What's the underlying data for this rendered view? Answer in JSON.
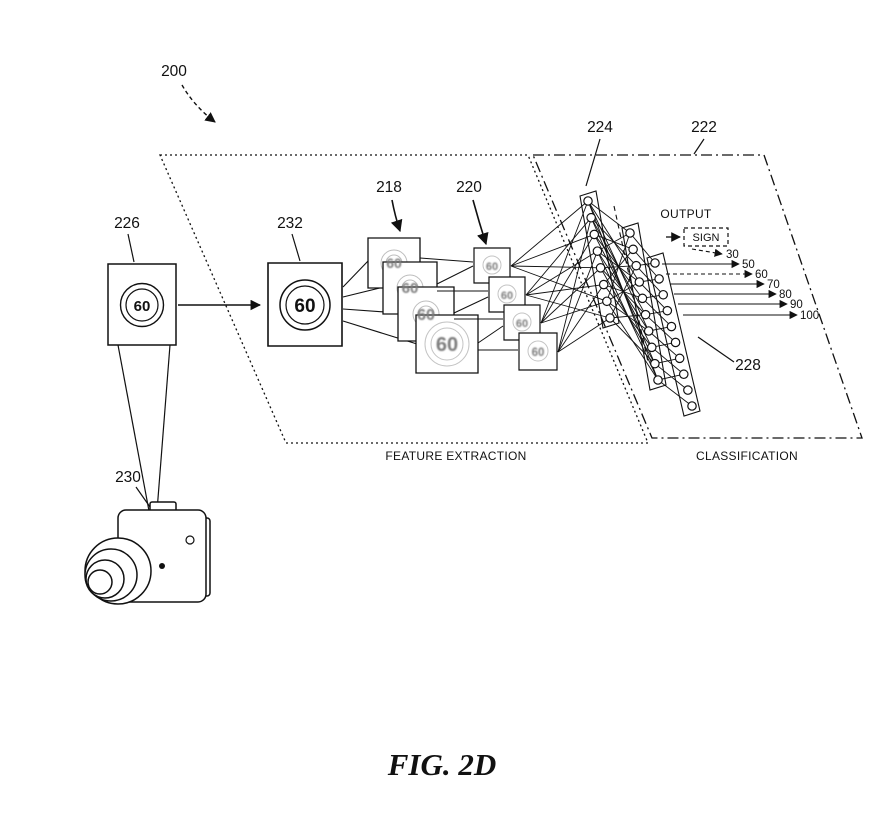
{
  "figure": {
    "caption": "FIG. 2D"
  },
  "refs": {
    "system": "200",
    "input_sign": "226",
    "camera": "230",
    "input_image": "232",
    "feature_maps_first": "218",
    "feature_maps_second": "220",
    "network_input_layer": "224",
    "output_block": "222",
    "network": "228"
  },
  "sign": {
    "value": "60"
  },
  "regions": {
    "feature_extraction": {
      "label": "FEATURE EXTRACTION"
    },
    "classification": {
      "label": "CLASSIFICATION"
    }
  },
  "output": {
    "title": "OUTPUT",
    "sign_label": "SIGN",
    "classes": [
      "30",
      "50",
      "60",
      "70",
      "80",
      "90",
      "100"
    ]
  }
}
